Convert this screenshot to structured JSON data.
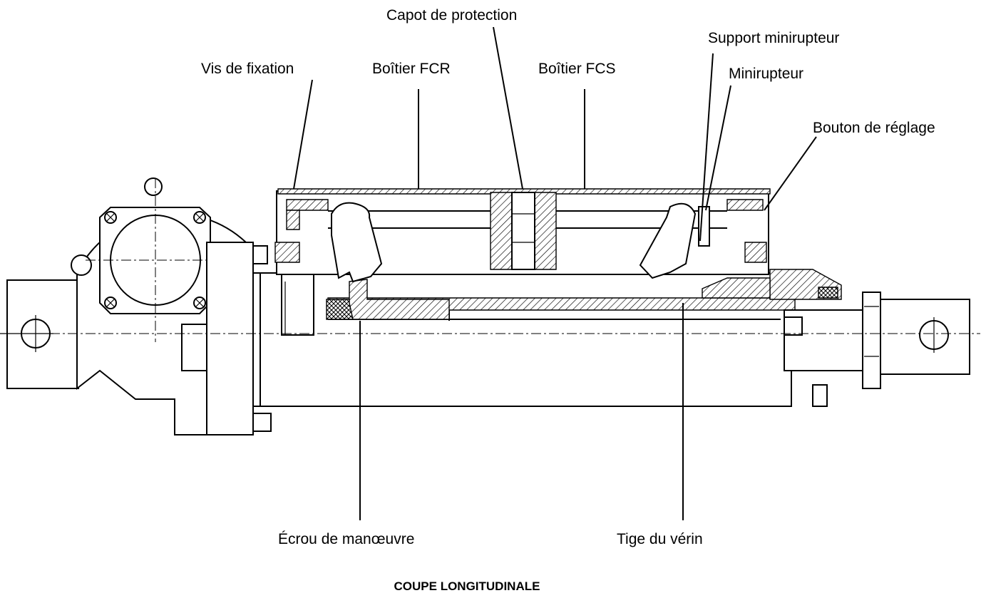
{
  "labels": {
    "capot": "Capot de protection",
    "support": "Support minirupteur",
    "vis": "Vis de fixation",
    "fcr": "Boîtier FCR",
    "fcs": "Boîtier FCS",
    "minirupteur": "Minirupteur",
    "bouton": "Bouton de réglage",
    "ecrou": "Écrou de manœuvre",
    "tige": "Tige du vérin"
  },
  "caption": "COUPE LONGITUDINALE"
}
